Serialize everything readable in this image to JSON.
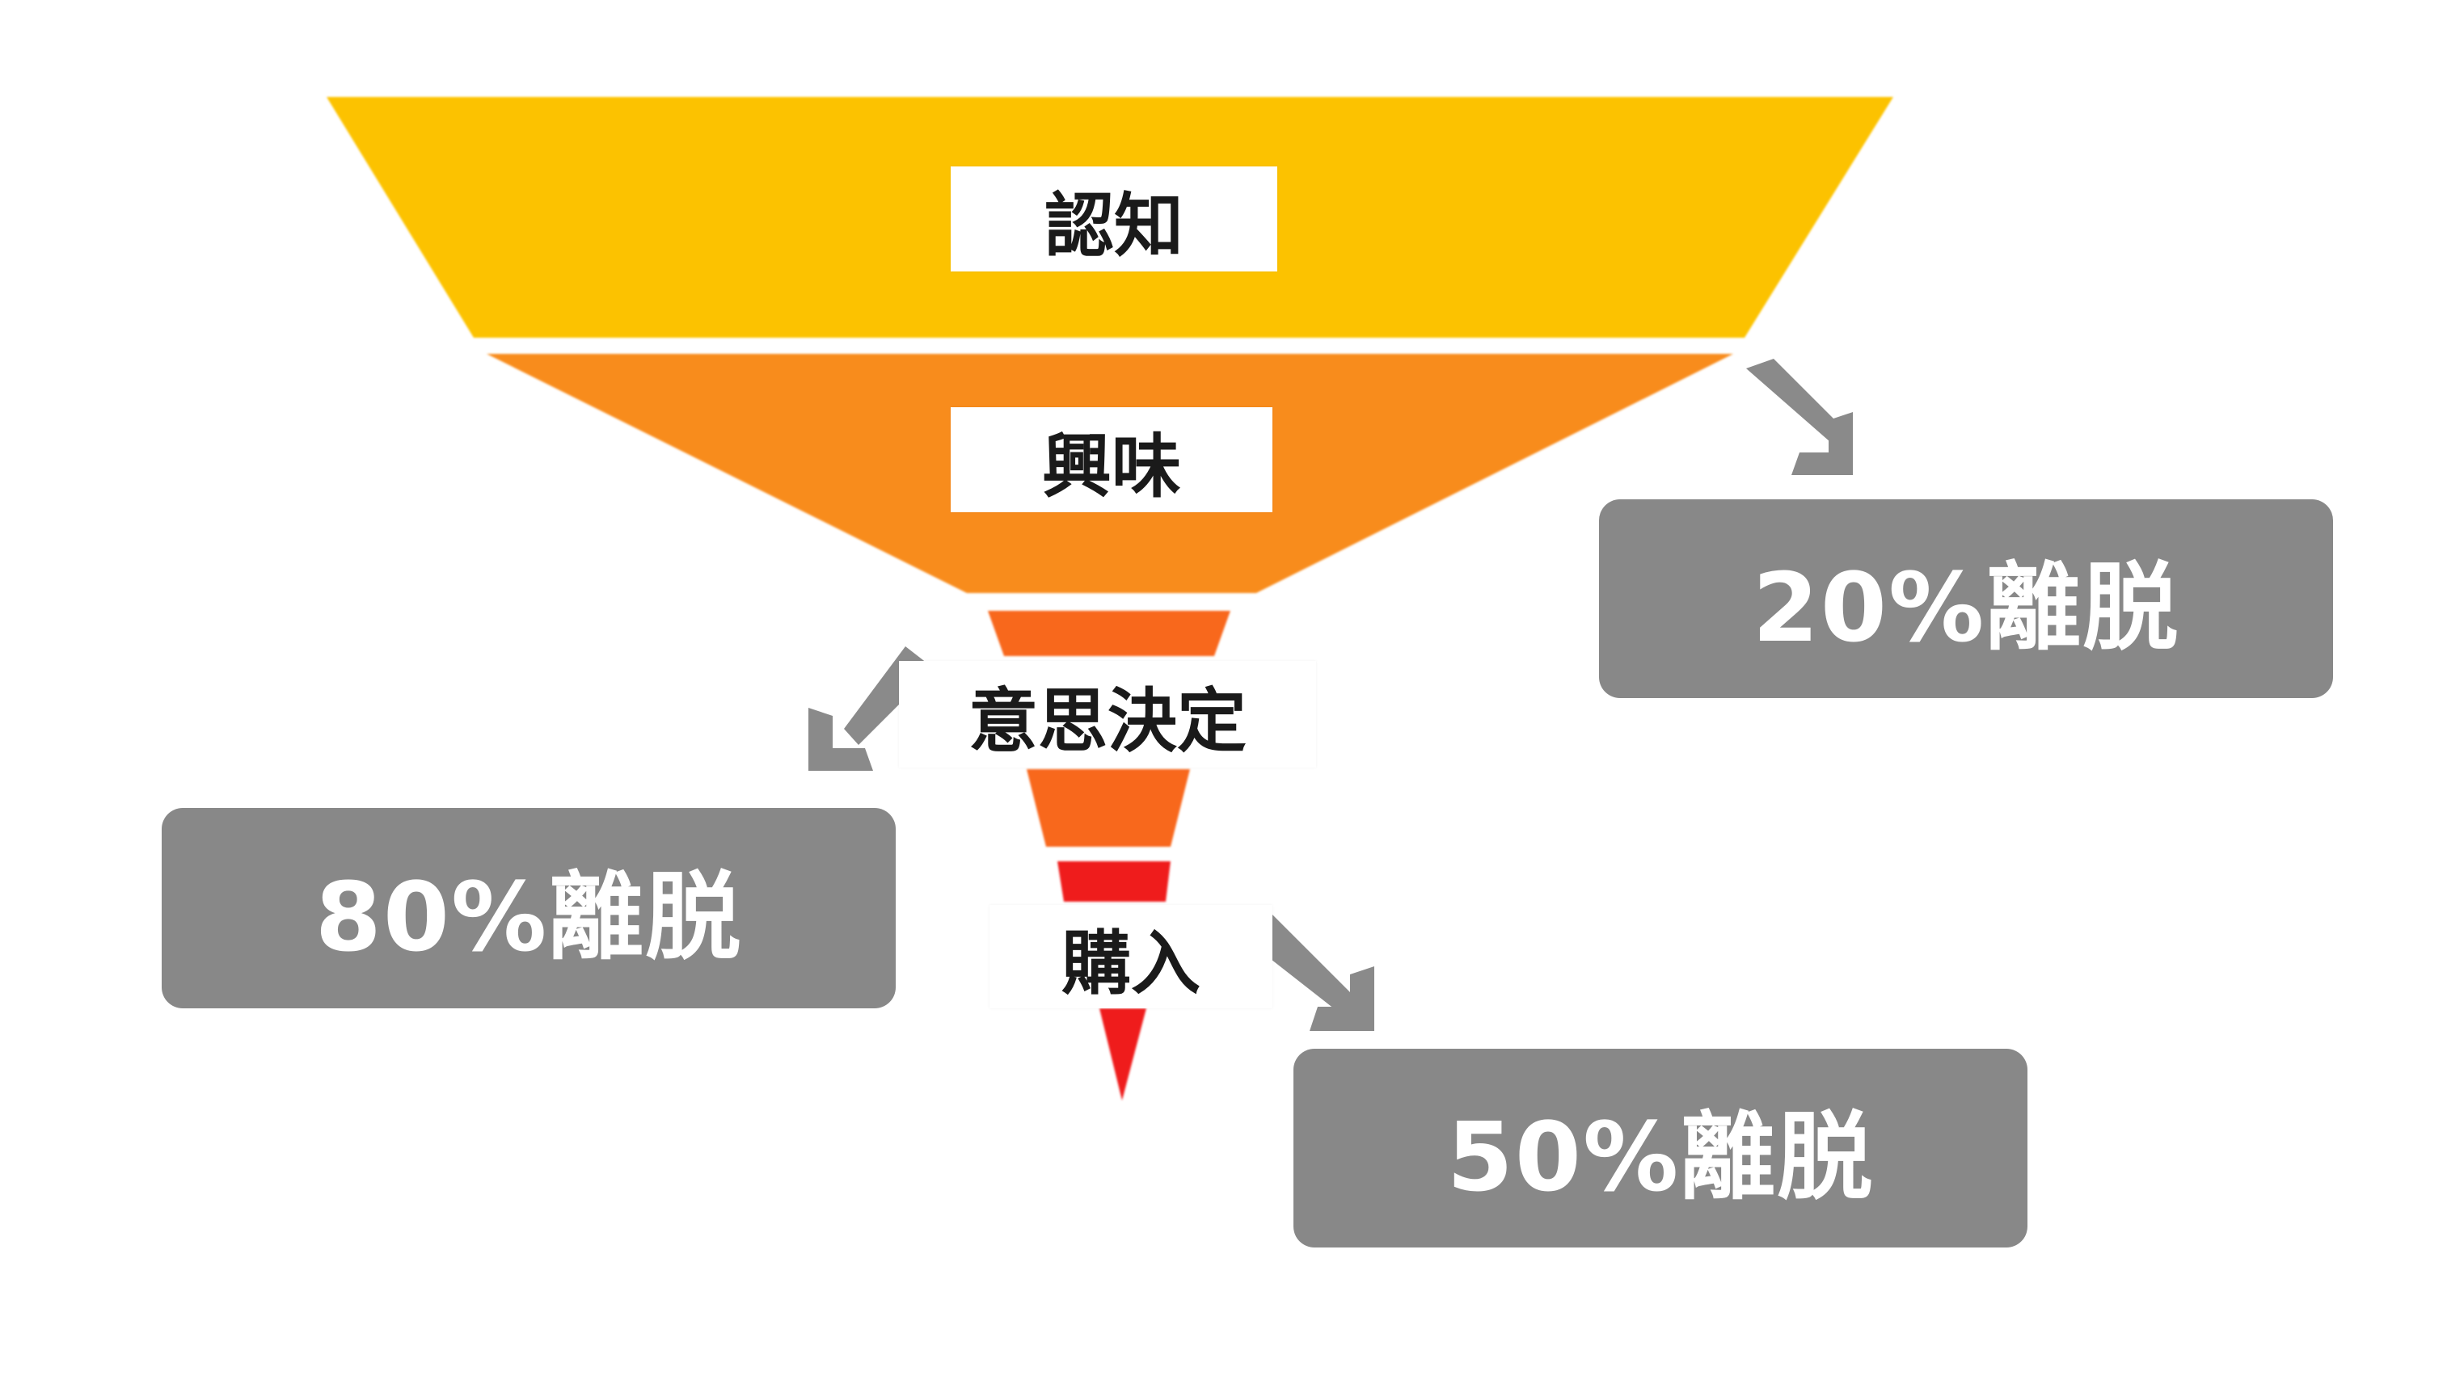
{
  "diagram": {
    "stages": [
      {
        "label": "認知",
        "color": "#FCC200"
      },
      {
        "label": "興味",
        "color": "#F88C1F"
      },
      {
        "label": "意思決定",
        "color": "#F8671F"
      },
      {
        "label": "購入",
        "color": "#EF1F1B"
      }
    ],
    "dropoffs": [
      {
        "text": "20%離脱"
      },
      {
        "text": "80%離脱"
      },
      {
        "text": "50%離脱"
      }
    ],
    "colors": {
      "dropoff_box": "#888888",
      "arrow": "#8a8a8a",
      "label_bg": "#ffffff"
    }
  }
}
